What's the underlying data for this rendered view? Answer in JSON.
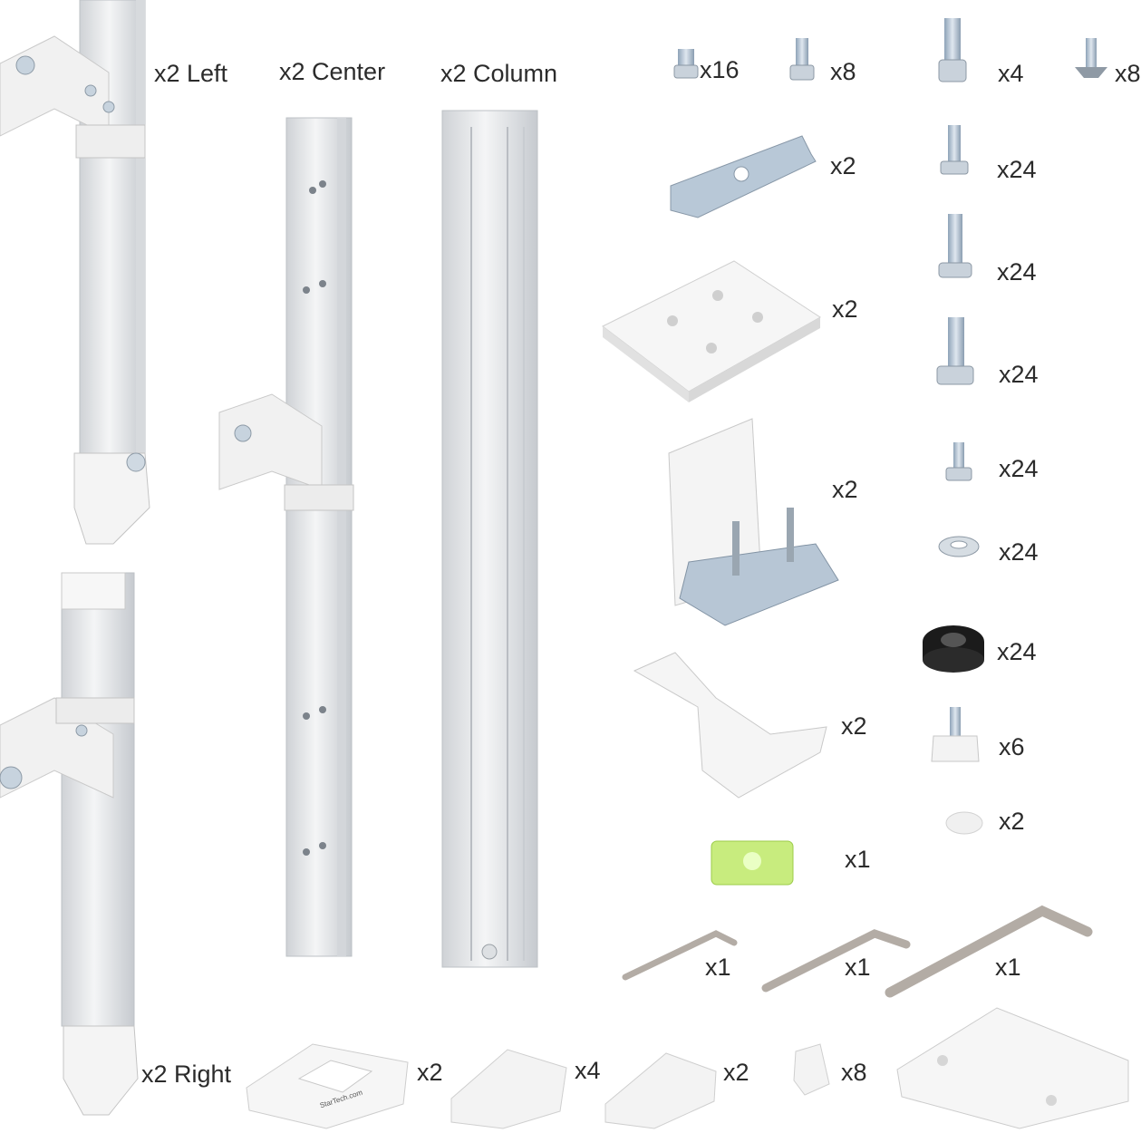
{
  "labels": {
    "left_arm": "x2 Left",
    "center_rail": "x2 Center",
    "column": "x2 Column",
    "right_arm": "x2 Right",
    "screw_small": "x16",
    "screw_m5": "x8",
    "screw_long": "x4",
    "screw_flat": "x8",
    "top_plate": "x2",
    "base_plate": "x2",
    "clamp": "x2",
    "grommet_bracket": "x2",
    "level": "x1",
    "screw_a": "x24",
    "screw_b": "x24",
    "screw_c": "x24",
    "screw_d": "x24",
    "washer": "x24",
    "spacer": "x24",
    "thumbscrew": "x6",
    "cap": "x2",
    "hex_key_small": "x1",
    "hex_key_medium": "x1",
    "hex_key_large": "x1",
    "base_cover": "x2",
    "end_cap_a": "x4",
    "end_cap_b": "x2",
    "clip": "x8"
  },
  "brand_on_cover": "StarTech.com",
  "colors": {
    "aluminum": "#e4e6e9",
    "aluminum_dark": "#b9bdc3",
    "white_part": "#f3f3f3",
    "zinc": "#a9b9c9",
    "level_green": "#bfe96a",
    "rubber": "#1b1b1b"
  }
}
